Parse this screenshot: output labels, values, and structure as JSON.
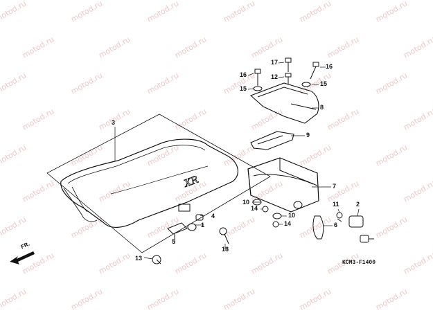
{
  "diagram": {
    "drawing_code": "KCM3-F1400",
    "front_marker": "FR.",
    "watermark_text": "motod.ru",
    "callouts": {
      "c1": "1",
      "c2": "2",
      "c3": "3",
      "c4": "4",
      "c5": "5",
      "c6": "6",
      "c7": "7",
      "c8": "8",
      "c9": "9",
      "c10a": "10",
      "c10b": "10",
      "c11": "11",
      "c12": "12",
      "c13": "13",
      "c14a": "14",
      "c14b": "14",
      "c15a": "15",
      "c15b": "15",
      "c16a": "16",
      "c16b": "16",
      "c17": "17",
      "c18": "18"
    },
    "line_color": "#111111",
    "watermark_color": "#f0c8c8"
  }
}
